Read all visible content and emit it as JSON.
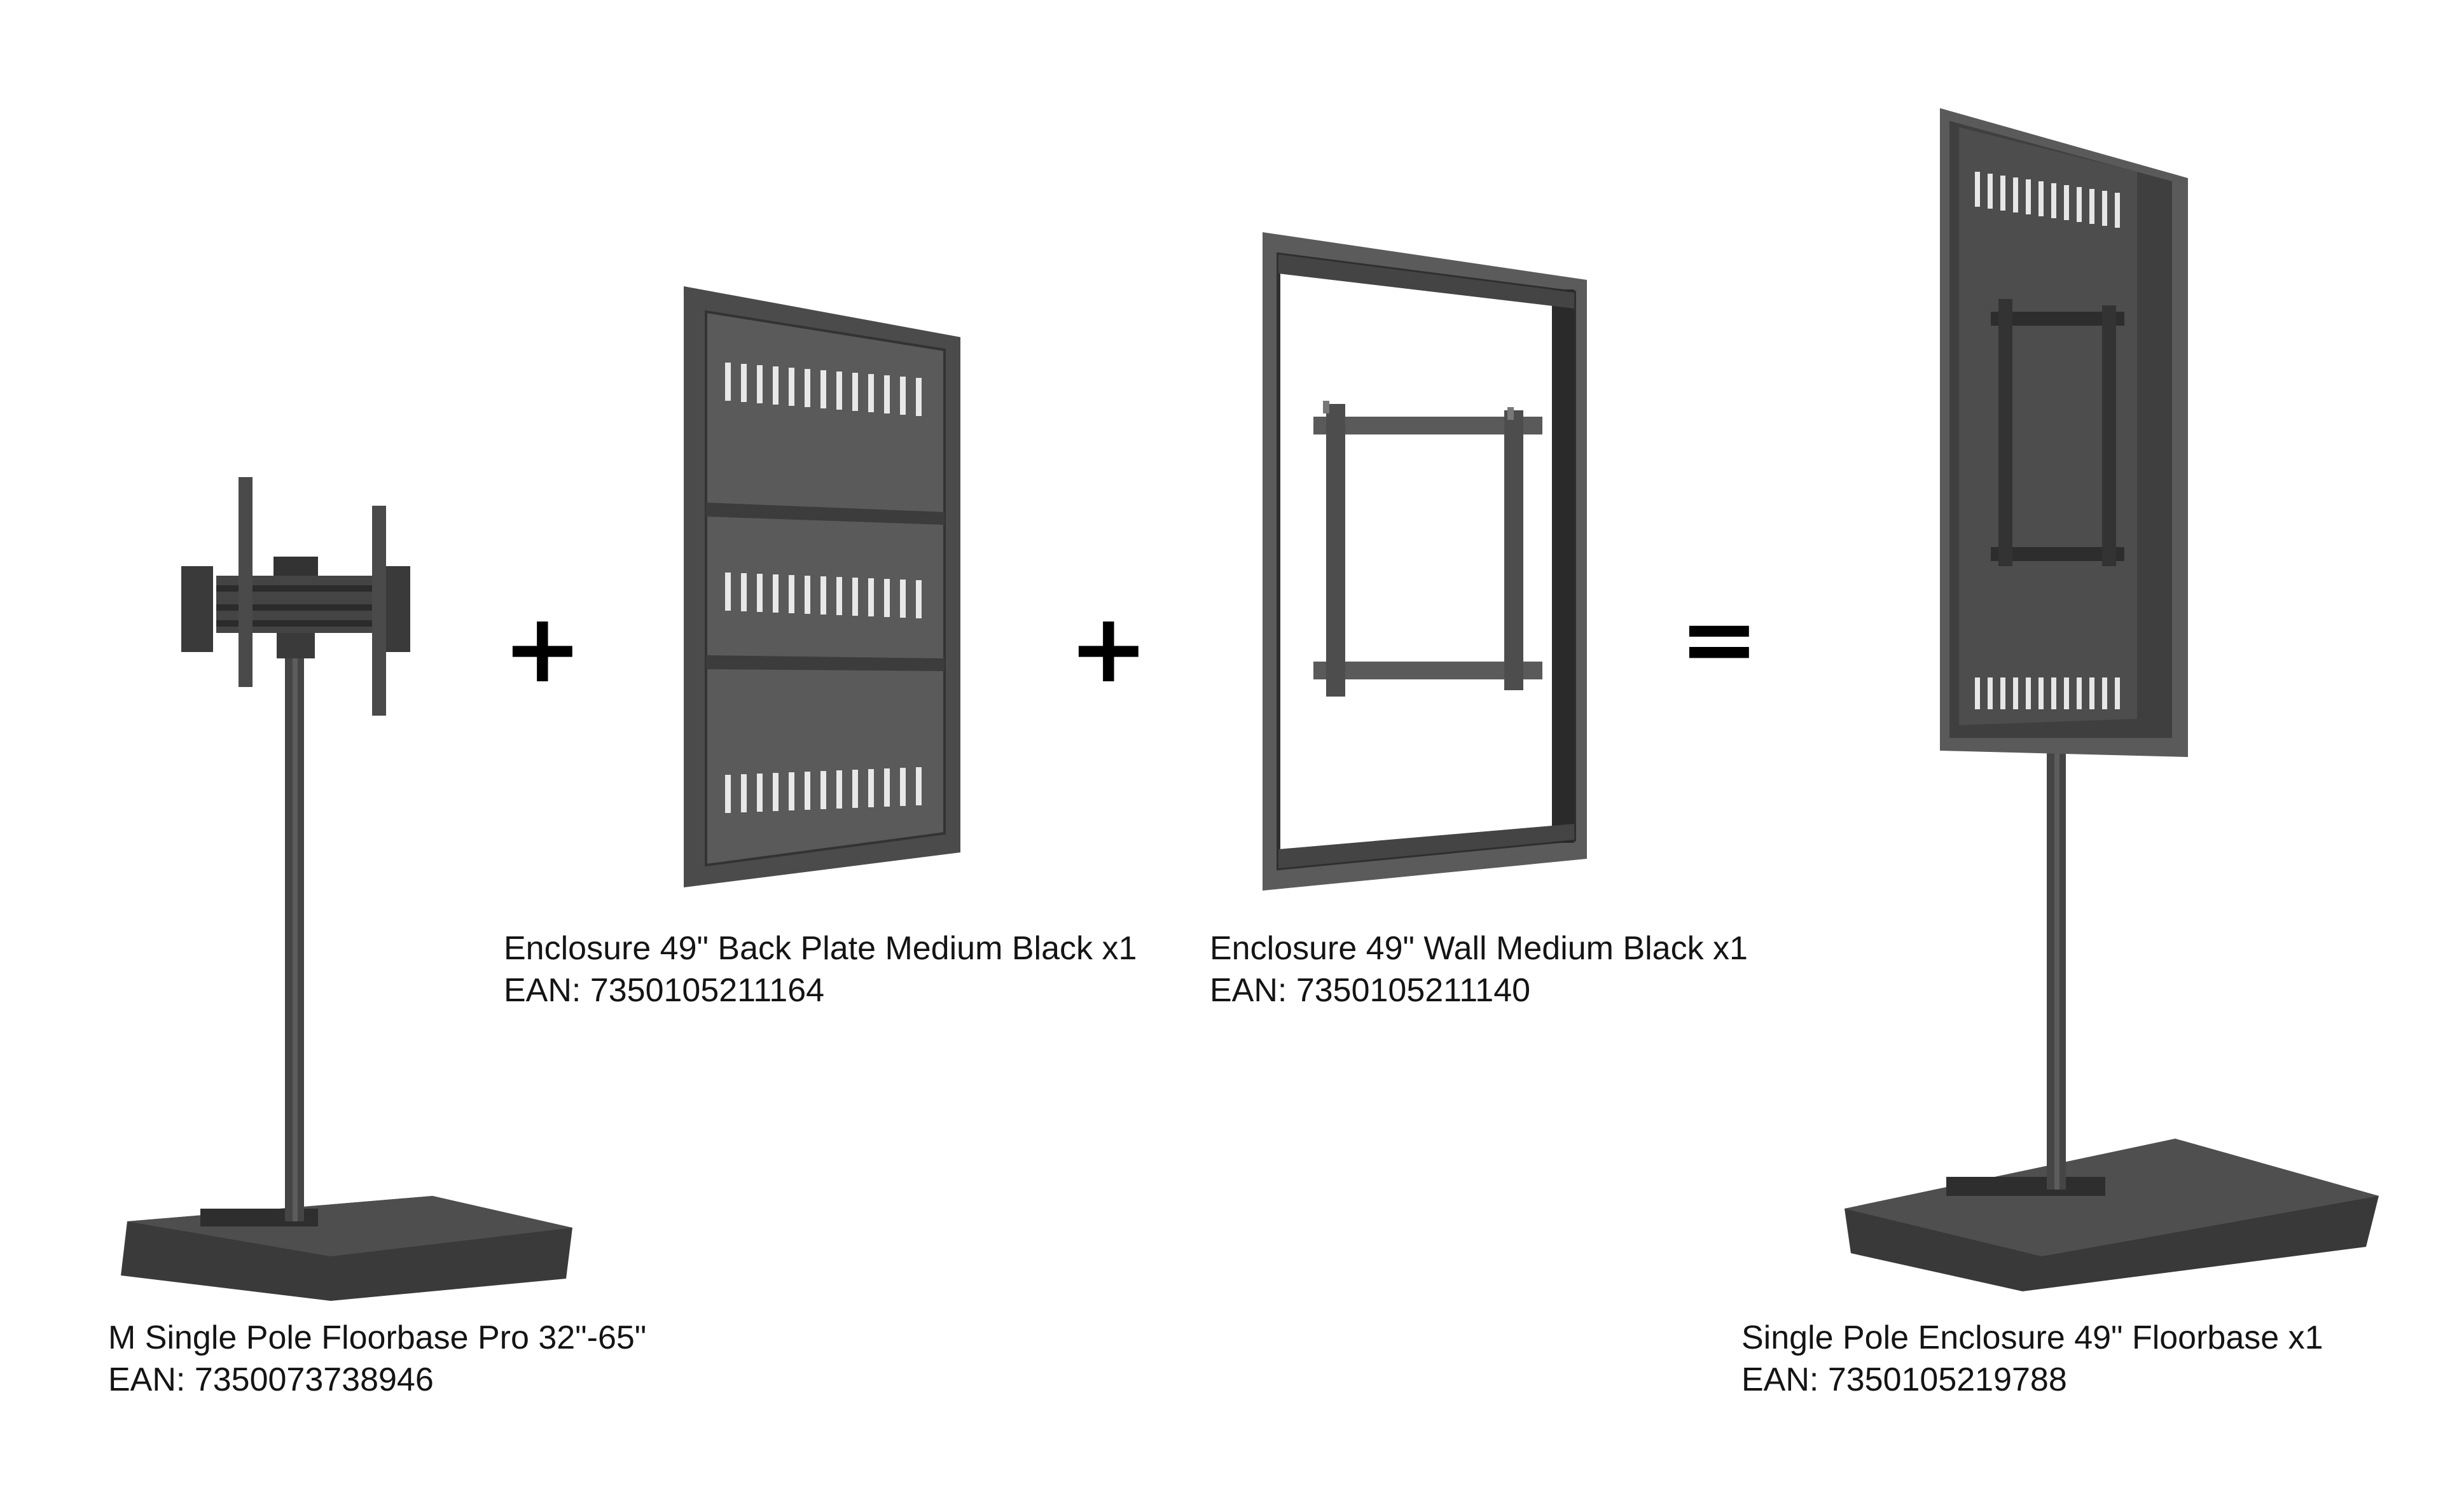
{
  "colors": {
    "background": "#ffffff",
    "metal_dark": "#3e3e3e",
    "metal_mid": "#575757",
    "metal_light": "#6e6e6e",
    "text": "#141414"
  },
  "operators": {
    "plus_1": "+",
    "plus_2": "+",
    "equals": "="
  },
  "products": [
    {
      "name": "M Single Pole Floorbase Pro 32\"-65\"",
      "ean": "EAN: 7350073738946",
      "icon": "floor-stand-icon"
    },
    {
      "name": "Enclosure 49\" Back Plate Medium Black x1",
      "ean": "EAN: 7350105211164",
      "icon": "back-plate-icon"
    },
    {
      "name": "Enclosure 49\" Wall Medium Black x1",
      "ean": "EAN: 7350105211140",
      "icon": "enclosure-wall-icon"
    },
    {
      "name": "Single Pole Enclosure 49\" Floorbase x1",
      "ean": "EAN: 7350105219788",
      "icon": "enclosure-floorbase-icon"
    }
  ]
}
